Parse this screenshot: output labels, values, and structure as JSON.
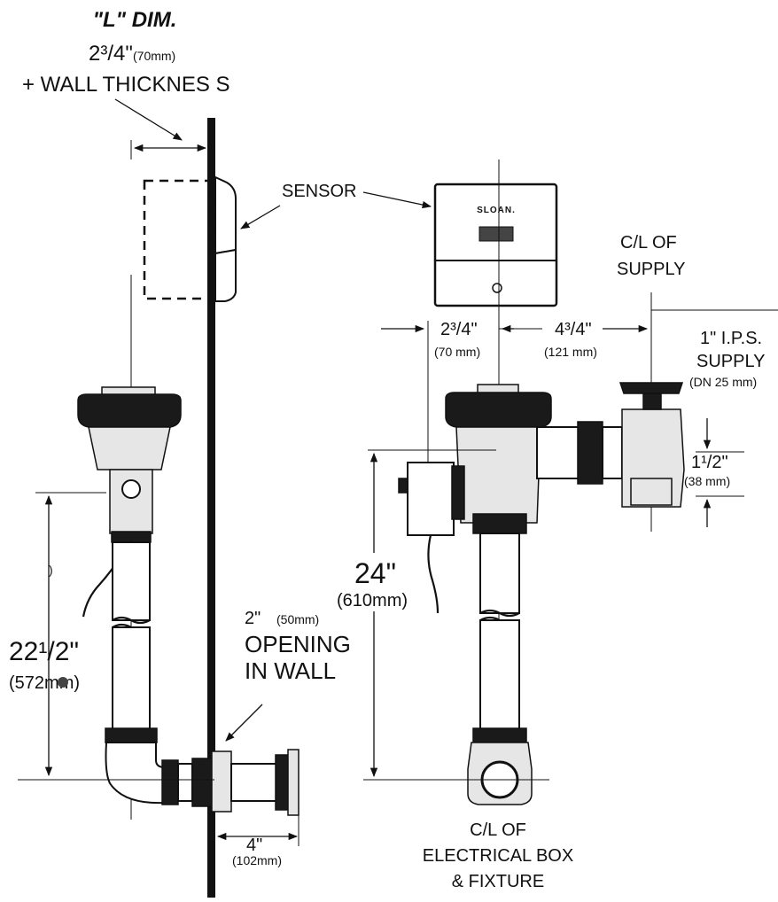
{
  "labels": {
    "l_dim": "\"L\" DIM.",
    "l_dim_value": "2³/4\"",
    "l_dim_mm": "(70mm)",
    "wall_thickness": "+ WALL THICKNES S",
    "sensor": "SENSOR",
    "cl_supply_1": "C/L OF",
    "cl_supply_2": "SUPPLY",
    "dim_234": "2³/4\"",
    "dim_234_mm": "(70 mm)",
    "dim_434": "4³/4\"",
    "dim_434_mm": "(121 mm)",
    "ips_1": "1\" I.P.S.",
    "ips_2": "SUPPLY",
    "ips_mm": "(DN 25 mm)",
    "dim_112": "1¹/2\"",
    "dim_112_mm": "(38 mm)",
    "dim_24": "24\"",
    "dim_24_mm": "(610mm)",
    "paren": ")",
    "dim_2212": "22¹/2\"",
    "dim_2212_mm": "(572mm)",
    "opening_dim": "2\"",
    "opening_mm": "(50mm)",
    "opening_1": "OPENING",
    "opening_2": "IN  WALL",
    "dim_4": "4\"",
    "dim_4_mm": "(102mm)",
    "cl_box_1": "C/L OF",
    "cl_box_2": "ELECTRICAL BOX",
    "cl_box_3": "& FIXTURE",
    "brand": "SLOAN."
  }
}
